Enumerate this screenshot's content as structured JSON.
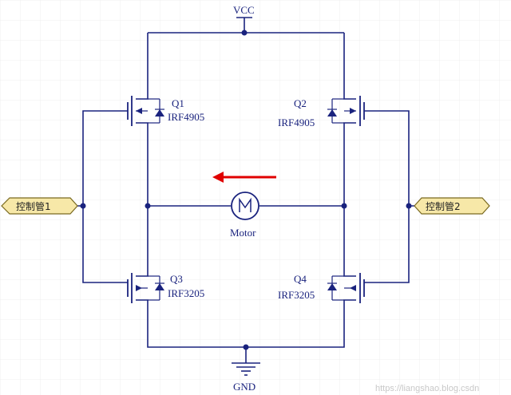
{
  "supply": {
    "top_label": "VCC",
    "bottom_label": "GND"
  },
  "motor": {
    "label": "Motor",
    "symbol": "M"
  },
  "transistors": {
    "q1": {
      "ref": "Q1",
      "part": "IRF4905"
    },
    "q2": {
      "ref": "Q2",
      "part": "IRF4905"
    },
    "q3": {
      "ref": "Q3",
      "part": "IRF3205"
    },
    "q4": {
      "ref": "Q4",
      "part": "IRF3205"
    }
  },
  "ports": {
    "left": "控制管1",
    "right": "控制管2"
  },
  "watermark": "https://liangshao.blog.csdn",
  "colors": {
    "wire": "#1a237e",
    "arrow": "#e00000",
    "port_fill": "#f7e8a8",
    "port_stroke": "#7a6a20",
    "grid": "#efefef"
  },
  "icons": {
    "current_arrow": "red-left-arrow-icon",
    "ground": "ground-symbol-icon"
  }
}
